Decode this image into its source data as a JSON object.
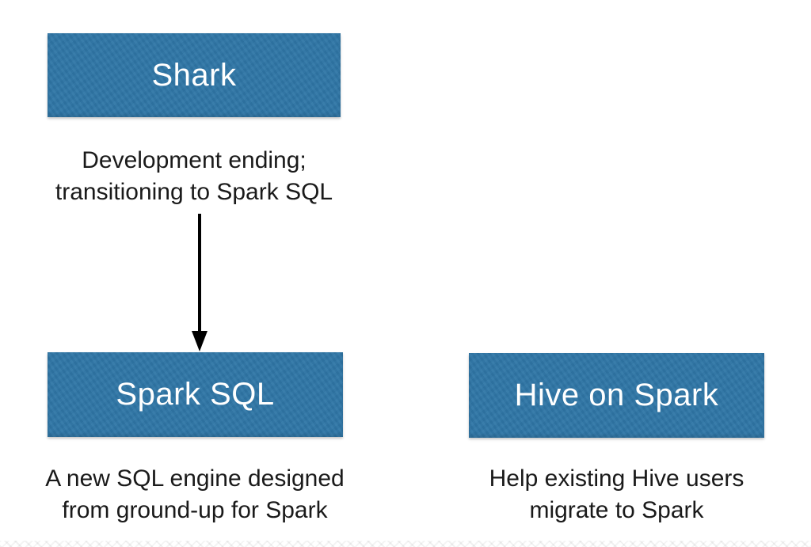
{
  "colors": {
    "background": "#ffffff",
    "box_fill": "#2f76a6",
    "box_text": "#ffffff",
    "caption_text": "#1a1a1a",
    "arrow": "#000000"
  },
  "nodes": {
    "shark": {
      "label": "Shark"
    },
    "spark_sql": {
      "label": "Spark SQL"
    },
    "hive_on_spark": {
      "label": "Hive on Spark"
    }
  },
  "captions": {
    "shark_note": {
      "lines": [
        "Development ending;",
        "transitioning to Spark SQL"
      ]
    },
    "spark_sql_note": {
      "lines": [
        "A new SQL engine designed",
        "from ground-up for Spark"
      ]
    },
    "hive_note": {
      "lines": [
        "Help existing Hive users",
        "migrate to Spark"
      ]
    }
  },
  "arrow": {
    "from": "shark_note",
    "to": "spark_sql",
    "direction": "down"
  }
}
